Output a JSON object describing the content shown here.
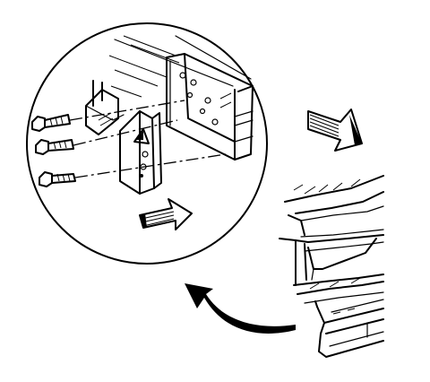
{
  "figure": {
    "kind": "service-manual-line-drawing",
    "subject": "bracket-bolted-to-frame-rail",
    "callout": "magnified-detail-circle",
    "bolt_count": 3,
    "direction_arrows": 2,
    "curved_arrow": "points-from-frame-rail-to-detail",
    "ink_color": "#000000",
    "paper_color": "#ffffff"
  }
}
